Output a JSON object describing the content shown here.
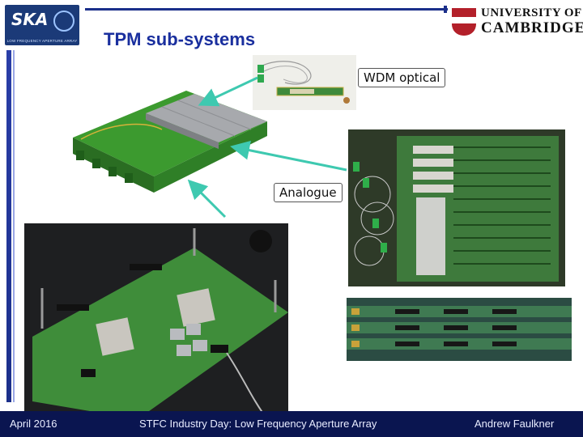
{
  "header": {
    "title": "TPM sub-systems",
    "ska_logo_text": "SKA",
    "ska_logo_subtitle": "LOW FREQUENCY APERTURE ARRAY",
    "university_line1": "UNIVERSITY OF",
    "university_line2": "CAMBRIDGE"
  },
  "callouts": {
    "wdm": "WDM optical",
    "analogue": "Analogue"
  },
  "footer": {
    "date": "April 2016",
    "event": "STFC Industry Day:  Low Frequency Aperture Array",
    "author": "Andrew Faulkner"
  },
  "colors": {
    "title": "#1a2f9e",
    "rule": "#1b2f8a",
    "footer_bg": "#0a1550",
    "arrow": "#3ec9b0"
  }
}
